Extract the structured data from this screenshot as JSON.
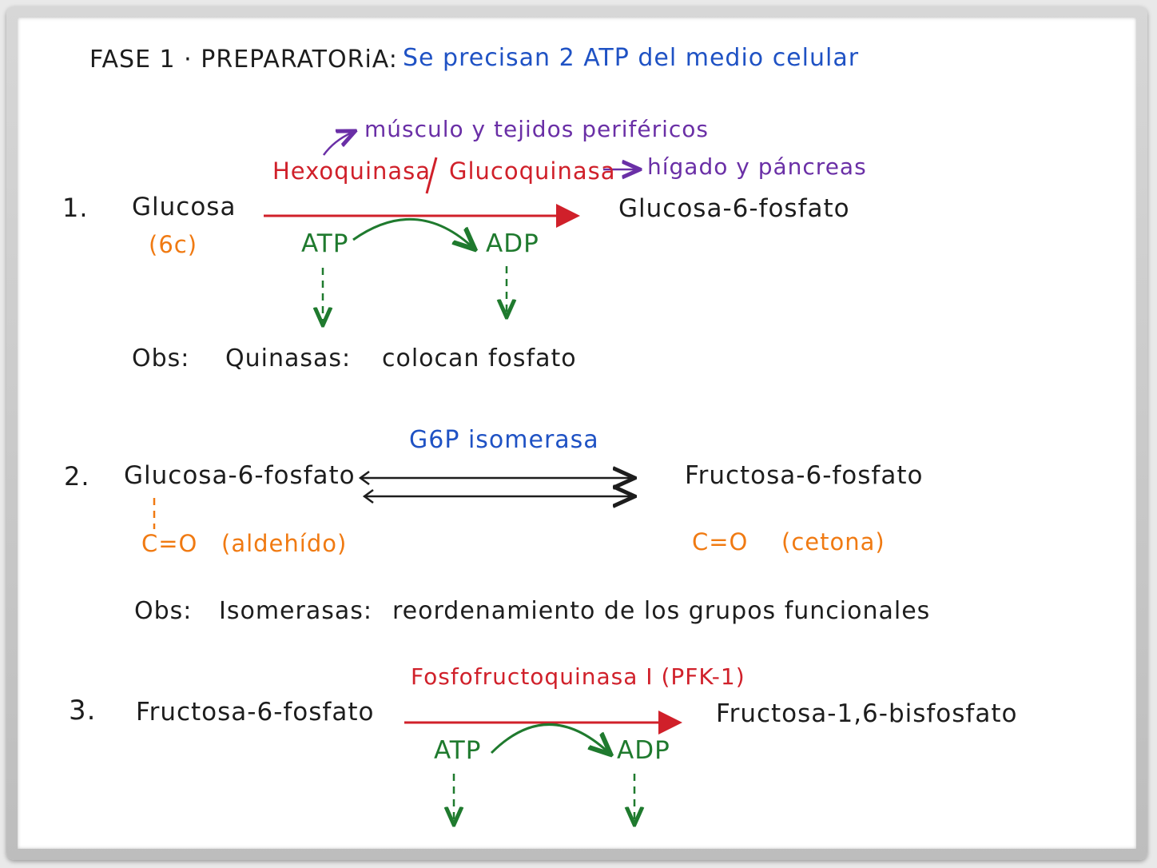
{
  "header": {
    "title": "FASE 1 · PREPARATORiA:",
    "subtitle": "Se precisan 2 ATP del medio celular"
  },
  "step1": {
    "number": "1.",
    "substrate": "Glucosa",
    "substrate_note": "(6c)",
    "enzyme_a": "Hexoquinasa",
    "separator": "/",
    "enzyme_b": "Glucoquinasa",
    "enzyme_a_location": "músculo y tejidos periféricos",
    "enzyme_b_location": "hígado y páncreas",
    "product": "Glucosa-6-fosfato",
    "cofactor_in": "ATP",
    "cofactor_out": "ADP",
    "obs_label": "Obs:",
    "obs_term": "Quinasas:",
    "obs_text": "colocan fosfato"
  },
  "step2": {
    "number": "2.",
    "substrate": "Glucosa-6-fosfato",
    "enzyme": "G6P isomerasa",
    "product": "Fructosa-6-fosfato",
    "substrate_group": "C=O",
    "substrate_group_note": "(aldehído)",
    "product_group": "C=O",
    "product_group_note": "(cetona)",
    "obs_label": "Obs:",
    "obs_term": "Isomerasas:",
    "obs_text": "reordenamiento de los grupos funcionales"
  },
  "step3": {
    "number": "3.",
    "substrate": "Fructosa-6-fosfato",
    "enzyme": "Fosfofructoquinasa I (PFK-1)",
    "product": "Fructosa-1,6-bisfosfato",
    "cofactor_in": "ATP",
    "cofactor_out": "ADP"
  },
  "colors": {
    "ink_black": "#1d1d1d",
    "ink_blue": "#1f52c4",
    "ink_red": "#d0202a",
    "ink_purple": "#6a2fa6",
    "ink_orange": "#f07a12",
    "ink_green": "#1f7a2e"
  }
}
